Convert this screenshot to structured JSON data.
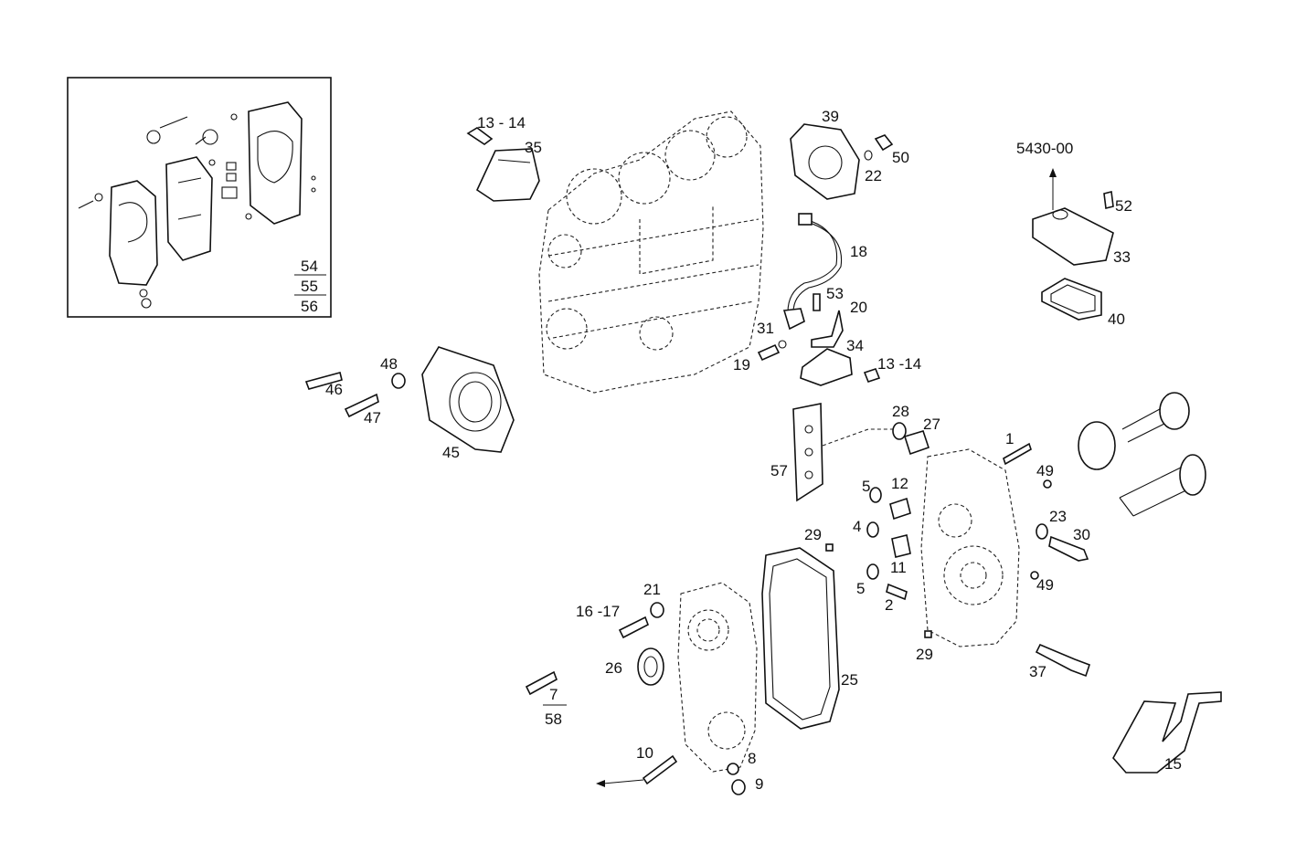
{
  "labels": {
    "l1": "1",
    "l2": "2",
    "l4": "4",
    "l5a": "5",
    "l5b": "5",
    "l7": "7",
    "l58": "58",
    "l8": "8",
    "l9": "9",
    "l10": "10",
    "l11": "11",
    "l12": "12",
    "l13_14a": "13 - 14",
    "l13_14b": "13 -14",
    "l15": "15",
    "l16_17": "16 -17",
    "l18": "18",
    "l19": "19",
    "l20": "20",
    "l21": "21",
    "l22": "22",
    "l23": "23",
    "l25": "25",
    "l26": "26",
    "l27": "27",
    "l28": "28",
    "l29a": "29",
    "l29b": "29",
    "l30": "30",
    "l31": "31",
    "l33": "33",
    "l34": "34",
    "l35": "35",
    "l37": "37",
    "l39": "39",
    "l40": "40",
    "l45": "45",
    "l46": "46",
    "l47": "47",
    "l48": "48",
    "l49a": "49",
    "l49b": "49",
    "l50": "50",
    "l52": "52",
    "l53": "53",
    "l57": "57",
    "l5430": "5430-00",
    "inset54": "54",
    "inset55": "55",
    "inset56": "56"
  }
}
